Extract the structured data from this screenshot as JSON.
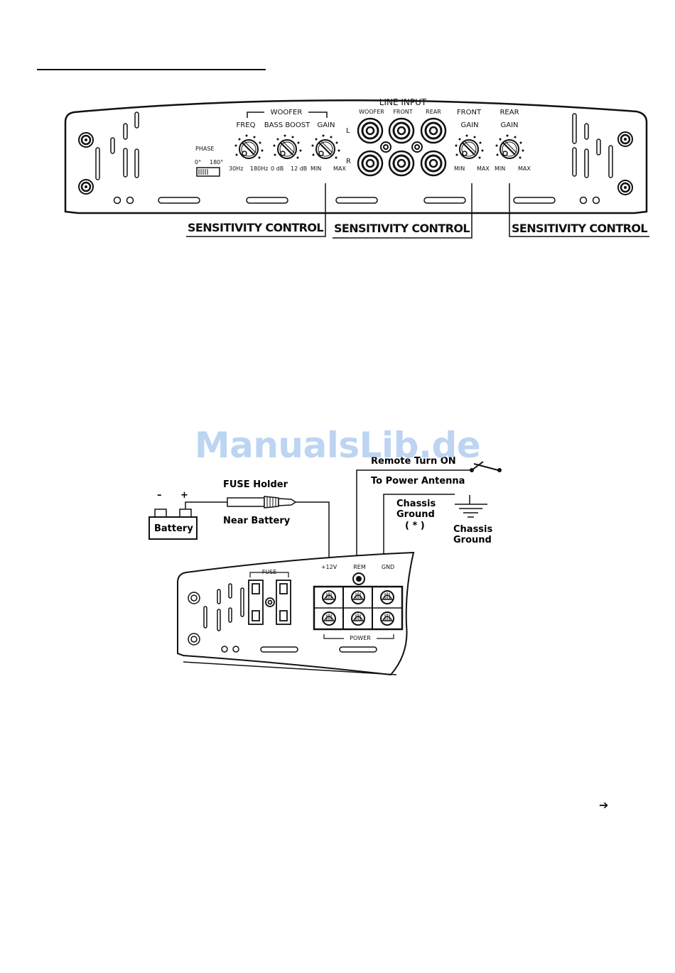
{
  "top_panel": {
    "line_input": "LINE INPUT",
    "woofer_group": "WOOFER",
    "freq": "FREQ",
    "bass_boost": "BASS BOOST",
    "gain": "GAIN",
    "phase": "PHASE",
    "phase_0": "0°",
    "phase_180": "180°",
    "freq_min": "30Hz",
    "freq_max": "180Hz",
    "boost_min": "0 dB",
    "boost_max": "12 dB",
    "min": "MIN",
    "max": "MAX",
    "rca_woofer": "WOOFER",
    "rca_front": "FRONT",
    "rca_rear": "REAR",
    "channel_l": "L",
    "channel_r": "R",
    "front": "FRONT",
    "rear": "REAR",
    "sensitivity_1": "SENSITIVITY CONTROL",
    "sensitivity_2": "SENSITIVITY CONTROL",
    "sensitivity_3": "SENSITIVITY CONTROL"
  },
  "watermark": "ManualsLib.de",
  "wiring": {
    "remote_turn_on": "Remote Turn ON",
    "to_power_antenna": "To Power Antenna",
    "fuse_holder": "FUSE Holder",
    "near_battery": "Near Battery",
    "battery": "Battery",
    "battery_minus": "–",
    "battery_plus": "+",
    "chassis_ground_local_1": "Chassis",
    "chassis_ground_local_2": "Ground",
    "chassis_ground_note": "( * )",
    "chassis_ground_1": "Chassis",
    "chassis_ground_2": "Ground",
    "terminal_12v": "+12V",
    "terminal_rem": "REM",
    "terminal_gnd": "GND",
    "fuse": "FUSE",
    "power": "POWER"
  },
  "continue_arrow": "➔"
}
